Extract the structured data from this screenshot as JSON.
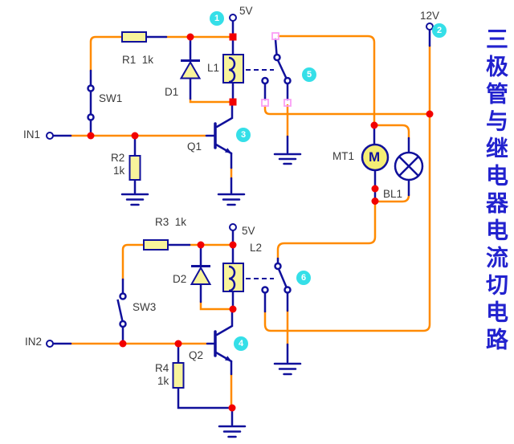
{
  "title": {
    "text": "三极管与继电器电流切电路"
  },
  "labels": {
    "v5_top": "5V",
    "v12": "12V",
    "v5_mid": "5V",
    "in1": "IN1",
    "in2": "IN2",
    "r1": "R1  1k",
    "r2_name": "R2",
    "r2_val": "1k",
    "r3": "R3  1k",
    "r4_name": "R4",
    "r4_val": "1k",
    "d1": "D1",
    "d2": "D2",
    "l1": "L1",
    "l2": "L2",
    "sw1": "SW1",
    "sw3": "SW3",
    "q1": "Q1",
    "q2": "Q2",
    "mt1": "MT1",
    "bl1": "BL1",
    "motor_m": "M"
  },
  "markers": {
    "m1": "1",
    "m2": "2",
    "m3": "3",
    "m4": "4",
    "m5": "5",
    "m6": "6"
  },
  "colors": {
    "wire_power": "#FF8A00",
    "wire_signal": "#10109B",
    "component_fill": "#F8F49B",
    "junction_red": "#F20000",
    "marker_cyan": "#35DFE8",
    "port_highlight": "#FB9FF5",
    "title_blue": "#2222CE",
    "label_gray": "#3A3A3A"
  }
}
